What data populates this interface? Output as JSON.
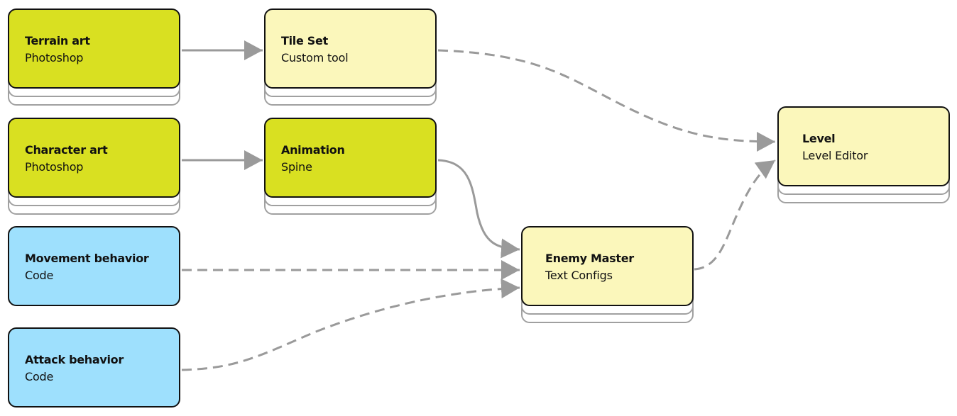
{
  "diagram": {
    "colors": {
      "source_art": "#d9e021",
      "processed": "#fbf7bb",
      "code": "#9ee0fd",
      "connector": "#9a9a9a",
      "border": "#111111"
    },
    "nodes": [
      {
        "id": "terrain-art",
        "title": "Terrain art",
        "subtitle": "Photoshop",
        "category": "source_art",
        "stacked": true
      },
      {
        "id": "tile-set",
        "title": "Tile Set",
        "subtitle": "Custom tool",
        "category": "processed",
        "stacked": true
      },
      {
        "id": "character-art",
        "title": "Character art",
        "subtitle": "Photoshop",
        "category": "source_art",
        "stacked": true
      },
      {
        "id": "animation",
        "title": "Animation",
        "subtitle": "Spine",
        "category": "source_art",
        "stacked": true
      },
      {
        "id": "movement-behavior",
        "title": "Movement behavior",
        "subtitle": "Code",
        "category": "code",
        "stacked": false
      },
      {
        "id": "attack-behavior",
        "title": "Attack behavior",
        "subtitle": "Code",
        "category": "code",
        "stacked": false
      },
      {
        "id": "enemy-master",
        "title": "Enemy Master",
        "subtitle": "Text Configs",
        "category": "processed",
        "stacked": true
      },
      {
        "id": "level",
        "title": "Level",
        "subtitle": "Level Editor",
        "category": "processed",
        "stacked": true
      }
    ],
    "edges": [
      {
        "from": "terrain-art",
        "to": "tile-set",
        "style": "solid"
      },
      {
        "from": "character-art",
        "to": "animation",
        "style": "solid"
      },
      {
        "from": "tile-set",
        "to": "level",
        "style": "dashed"
      },
      {
        "from": "animation",
        "to": "enemy-master",
        "style": "solid"
      },
      {
        "from": "movement-behavior",
        "to": "enemy-master",
        "style": "dashed"
      },
      {
        "from": "attack-behavior",
        "to": "enemy-master",
        "style": "dashed"
      },
      {
        "from": "enemy-master",
        "to": "level",
        "style": "dashed"
      }
    ]
  }
}
